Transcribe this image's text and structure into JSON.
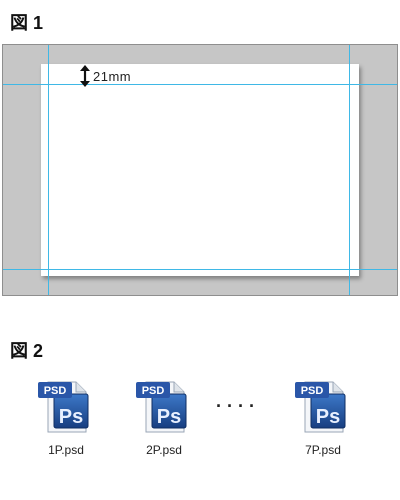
{
  "figure1": {
    "label": "図 1",
    "margin_measure": "21mm",
    "colors": {
      "pasteboard": "#c6c6c6",
      "page": "#ffffff",
      "guide": "#3fb8e6"
    }
  },
  "figure2": {
    "label": "図 2",
    "files": [
      {
        "name": "1P.psd",
        "icon": "photoshop-file-icon",
        "badge": "PSD",
        "app": "Ps"
      },
      {
        "name": "2P.psd",
        "icon": "photoshop-file-icon",
        "badge": "PSD",
        "app": "Ps"
      },
      {
        "name": "7P.psd",
        "icon": "photoshop-file-icon",
        "badge": "PSD",
        "app": "Ps"
      }
    ],
    "ellipsis": "····",
    "colors": {
      "badge": "#2a56a8",
      "tile": "#1f4e96"
    }
  }
}
